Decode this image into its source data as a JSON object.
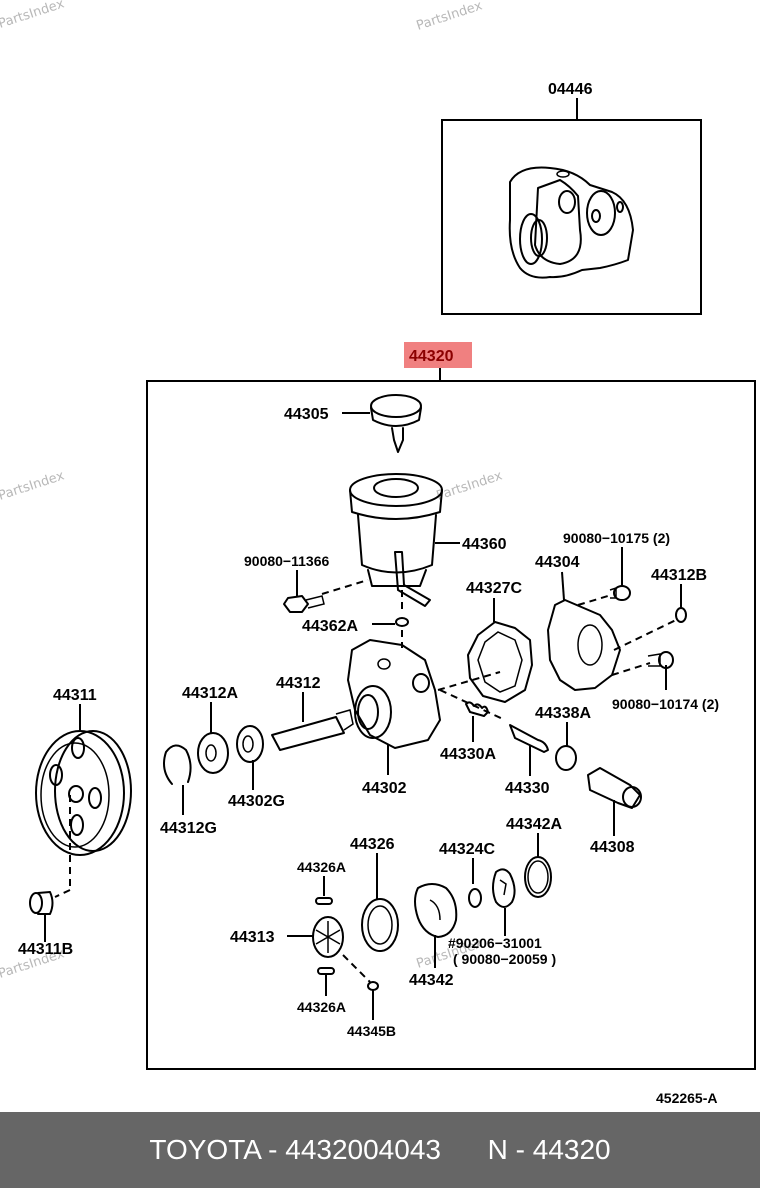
{
  "watermark": "PartsIndex",
  "diagram": {
    "highlight_color": "#f08080",
    "highlighted_part": "44320",
    "diagram_code": "452265-A",
    "kit": {
      "label": "04446"
    },
    "assembly": {
      "label": "44320"
    },
    "parts": {
      "p44305": "44305",
      "p44360": "44360",
      "p90080_11366": "90080−11366",
      "p90080_10175": "90080−10175 (2)",
      "p44304": "44304",
      "p44312B": "44312B",
      "p44327C": "44327C",
      "p44362A": "44362A",
      "p44311": "44311",
      "p44312A": "44312A",
      "p44312": "44312",
      "p44338A": "44338A",
      "p90080_10174": "90080−10174 (2)",
      "p44330A": "44330A",
      "p44302": "44302",
      "p44330": "44330",
      "p44308": "44308",
      "p44312G": "44312G",
      "p44302G": "44302G",
      "p44326": "44326",
      "p44324C": "44324C",
      "p44342A": "44342A",
      "p44326A_top": "44326A",
      "p44313": "44313",
      "p90206_31001": "#90206−31001",
      "p90080_20059": "( 90080−20059 )",
      "p44342": "44342",
      "p44326A_bottom": "44326A",
      "p44345B": "44345B",
      "p44311B": "44311B"
    }
  },
  "footer": {
    "brand_part": "TOYOTA - 4432004043",
    "catalog_ref": "N - 44320"
  }
}
